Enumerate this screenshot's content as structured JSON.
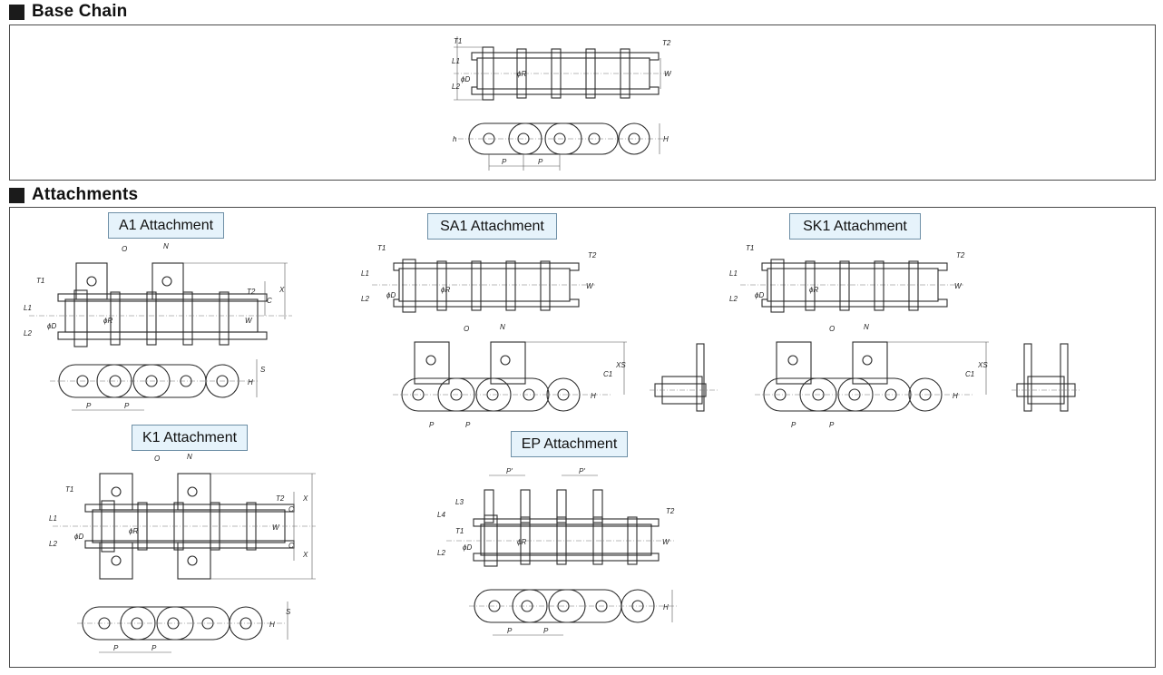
{
  "sections": {
    "base_chain": "Base Chain",
    "attachments": "Attachments"
  },
  "attachments": {
    "a1": "A1 Attachment",
    "sa1": "SA1 Attachment",
    "sk1": "SK1 Attachment",
    "k1": "K1 Attachment",
    "ep": "EP Attachment"
  },
  "dims": {
    "T1": "T1",
    "T2": "T2",
    "L1": "L1",
    "L2": "L2",
    "L3": "L3",
    "L4": "L4",
    "W": "W",
    "D": "ϕD",
    "R": "ϕR",
    "P": "P",
    "Pp": "P'",
    "h": "h",
    "H": "H",
    "N": "N",
    "O": "O",
    "C": "C",
    "C1": "C1",
    "X": "X",
    "XS": "XS",
    "S": "S"
  }
}
